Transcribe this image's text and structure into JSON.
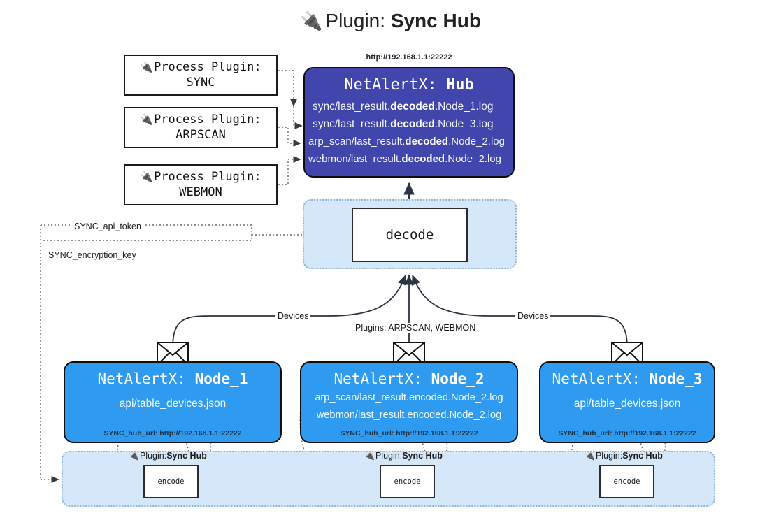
{
  "title": {
    "icon": "plug-icon",
    "glyph": "🔌",
    "prefix": "Plugin: ",
    "name": "Sync Hub"
  },
  "process_plugins": [
    {
      "icon": "plug-icon",
      "glyph": "🔌",
      "line1": "Process Plugin:",
      "line2": "SYNC"
    },
    {
      "icon": "plug-icon",
      "glyph": "🔌",
      "line1": "Process Plugin:",
      "line2": "ARPSCAN"
    },
    {
      "icon": "plug-icon",
      "glyph": "🔌",
      "line1": "Process Plugin:",
      "line2": "WEBMON"
    }
  ],
  "hub": {
    "url": "http://192.168.1.1:22222",
    "title_prefix": "NetAlertX: ",
    "title_name": "Hub",
    "color": "#4046ab",
    "logs": [
      {
        "pre": "sync/last_result.",
        "mid": "decoded",
        "post": ".Node_1.log"
      },
      {
        "pre": "sync/last_result.",
        "mid": "decoded",
        "post": ".Node_3.log"
      },
      {
        "pre": "arp_scan/last_result.",
        "mid": "decoded",
        "post": ".Node_2.log"
      },
      {
        "pre": "webmon/last_result.",
        "mid": "decoded",
        "post": ".Node_2.log"
      }
    ]
  },
  "decode": {
    "label": "decode",
    "group_color": "#d4e8fa"
  },
  "config_labels": {
    "api_token": "SYNC_api_token",
    "encryption_key": "SYNC_encryption_key"
  },
  "edge_labels": {
    "devices_left": "Devices",
    "plugins_center": "Plugins: ARPSCAN, WEBMON",
    "devices_right": "Devices"
  },
  "nodes": [
    {
      "title_prefix": "NetAlertX: ",
      "title_name": "Node_1",
      "color": "#2e9bf0",
      "lines": [
        "api/table_devices.json"
      ],
      "footer": "SYNC_hub_url: http://192.168.1.1:22222",
      "envelope_icon": "envelope-icon"
    },
    {
      "title_prefix": "NetAlertX: ",
      "title_name": "Node_2",
      "color": "#2e9bf0",
      "lines": [
        "arp_scan/last_result.encoded.Node_2.log",
        "webmon/last_result.encoded.Node_2.log"
      ],
      "footer": "SYNC_hub_url: http://192.168.1.1:22222",
      "envelope_icon": "envelope-icon"
    },
    {
      "title_prefix": "NetAlertX: ",
      "title_name": "Node_3",
      "color": "#2e9bf0",
      "lines": [
        "api/table_devices.json"
      ],
      "footer": "SYNC_hub_url: http://192.168.1.1:22222",
      "envelope_icon": "envelope-icon"
    }
  ],
  "encode_sections": [
    {
      "icon": "plug-icon",
      "glyph": "🔌",
      "label_prefix": "Plugin: ",
      "label_name": "Sync Hub",
      "box_label": "encode"
    },
    {
      "icon": "plug-icon",
      "glyph": "🔌",
      "label_prefix": "Plugin: ",
      "label_name": "Sync Hub",
      "box_label": "encode"
    },
    {
      "icon": "plug-icon",
      "glyph": "🔌",
      "label_prefix": "Plugin: ",
      "label_name": "Sync Hub",
      "box_label": "encode"
    }
  ]
}
